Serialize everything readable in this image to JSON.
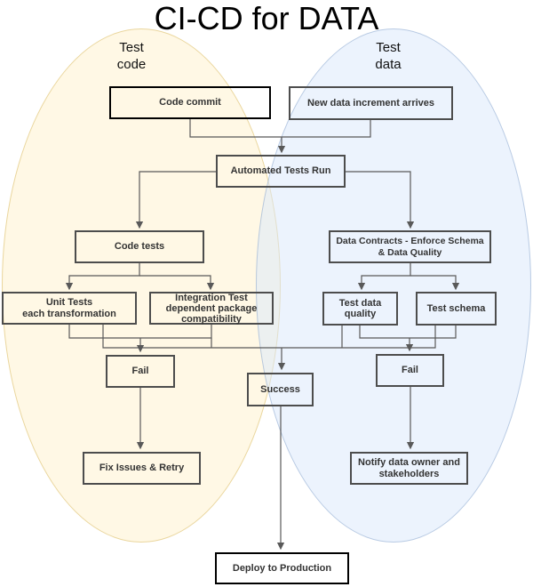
{
  "title": "CI-CD for DATA",
  "venn": {
    "left_label": "Test\ncode",
    "right_label": "Test\ndata",
    "left_fill": "#FFF2CC",
    "right_fill": "#DAE8FC",
    "left_stroke": "#D6B656",
    "right_stroke": "#6C8EBF"
  },
  "nodes": {
    "code_commit": "Code commit",
    "new_data": "New data increment arrives",
    "automated_tests": "Automated Tests Run",
    "code_tests": "Code tests",
    "data_contracts": "Data Contracts - Enforce Schema\n& Data Quality",
    "unit_tests": "Unit Tests\neach transformation",
    "integration_test": "Integration Test\ndependent package\ncompatibility",
    "test_data_quality": "Test data\nquality",
    "test_schema": "Test schema",
    "fail_left": "Fail",
    "success": "Success",
    "fail_right": "Fail",
    "fix_issues": "Fix Issues & Retry",
    "notify": "Notify data owner and\nstakeholders",
    "deploy": "Deploy to Production"
  },
  "colors": {
    "box_border": "#4D4D4D",
    "emphasis_border": "#000000",
    "line": "#595959",
    "text": "#333333"
  }
}
